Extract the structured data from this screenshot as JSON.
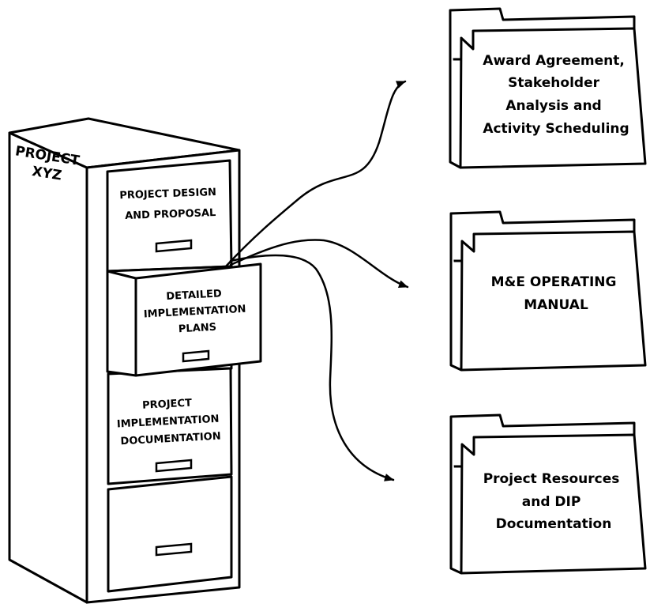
{
  "cabinet": {
    "label_lines": [
      "PROJECT",
      "XYZ"
    ],
    "drawers": [
      {
        "lines": [
          "PROJECT DESIGN",
          "AND PROPOSAL"
        ]
      },
      {
        "lines": [
          "DETAILED",
          "IMPLEMENTATION",
          "PLANS"
        ],
        "state": "open"
      },
      {
        "lines": [
          "PROJECT",
          "IMPLEMENTATION",
          "DOCUMENTATION"
        ]
      },
      {
        "lines": []
      }
    ]
  },
  "folders": [
    {
      "lines": [
        "Award Agreement,",
        "Stakeholder",
        "Analysis and",
        "Activity Scheduling"
      ]
    },
    {
      "lines": [
        "M&E OPERATING",
        "MANUAL"
      ]
    },
    {
      "lines": [
        "Project Resources",
        "and DIP",
        "Documentation"
      ]
    }
  ]
}
